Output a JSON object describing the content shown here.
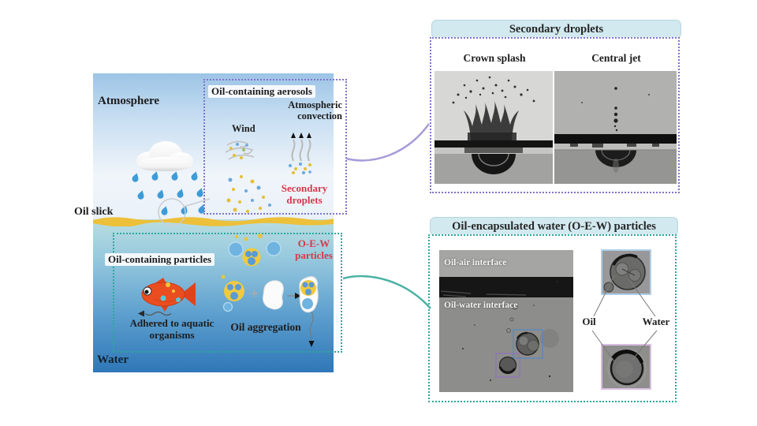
{
  "figure": {
    "left": {
      "atmosphere": "Atmosphere",
      "oil_slick": "Oil slick",
      "water": "Water",
      "aerosol_box_title": "Oil-containing aerosols",
      "wind": "Wind",
      "convection": "Atmospheric convection",
      "secondary_droplets": "Secondary droplets",
      "particle_box_title": "Oil-containing particles",
      "oew_particles": "O-E-W particles",
      "adhered": "Adhered to aquatic organisms",
      "aggregation": "Oil aggregation"
    },
    "secondary_panel": {
      "title": "Secondary droplets",
      "crown_label": "Crown splash",
      "jet_label": "Central jet"
    },
    "oew_panel": {
      "title": "Oil-encapsulated water (O-E-W) particles",
      "oil_air": "Oil-air interface",
      "oil_water": "Oil-water interface",
      "oil": "Oil",
      "water": "Water"
    },
    "colors": {
      "purple_accent": "#8272cc",
      "teal_accent": "#2ca79a",
      "red_text": "#d8374a",
      "header_bg": "#d2e9f0",
      "oil_yellow": "#ecc039"
    }
  }
}
